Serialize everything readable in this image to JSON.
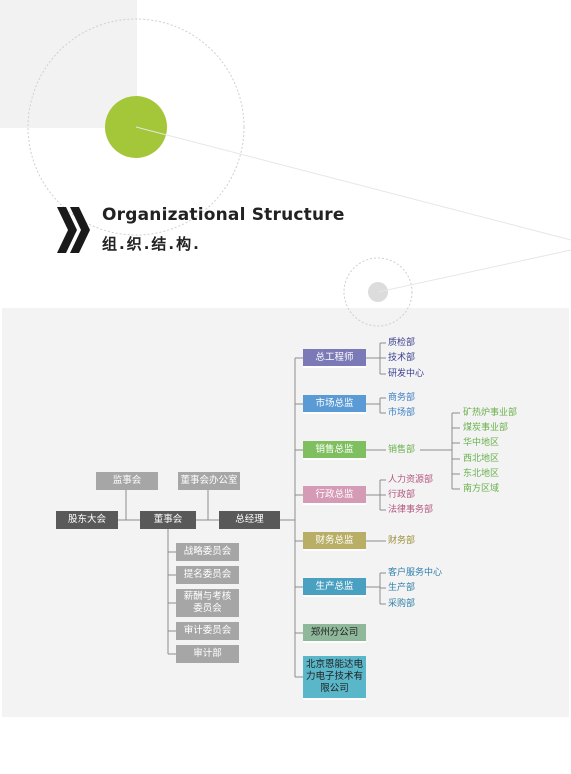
{
  "header": {
    "title_en": "Organizational Structure",
    "title_cn": "组.织.结.构."
  },
  "colors": {
    "accent_green": "#a4c639",
    "purple": "#7b79b6",
    "blue": "#5b9bd5",
    "green": "#7fbf5f",
    "pink": "#c97ea0",
    "olive": "#b0a75c",
    "teal": "#4aa0c0",
    "teal_green": "#7aa38a",
    "cyan": "#5ab7c9"
  },
  "left_chain": {
    "shareholders": "股东大会",
    "board": "董事会",
    "gm": "总经理",
    "supervisors": "监事会",
    "board_office": "董事会办公室"
  },
  "committees": [
    "战略委员会",
    "提名委员会",
    "薪酬与考核委员会",
    "审计委员会",
    "审计部"
  ],
  "departments": [
    {
      "label": "总工程师",
      "color": "#7b79b6",
      "text": "#ffffff",
      "children": [
        "质检部",
        "技术部",
        "研发中心"
      ],
      "child_color": "#3a3f8f"
    },
    {
      "label": "市场总监",
      "color": "#5b9bd5",
      "text": "#ffffff",
      "children": [
        "商务部",
        "市场部"
      ],
      "child_color": "#3b7fc4"
    },
    {
      "label": "销售总监",
      "color": "#7fbf5f",
      "text": "#ffffff",
      "children": [
        "销售部"
      ],
      "child_color": "#6ab04c"
    },
    {
      "label": "行政总监",
      "color": "#d59ab5",
      "text": "#ffffff",
      "children": [
        "人力资源部",
        "行政部",
        "法律事务部"
      ],
      "child_color": "#b3577e"
    },
    {
      "label": "财务总监",
      "color": "#b8ae66",
      "text": "#ffffff",
      "children": [
        "财务部"
      ],
      "child_color": "#9a8f3a"
    },
    {
      "label": "生产总监",
      "color": "#4aa0c0",
      "text": "#ffffff",
      "children": [
        "客户服务中心",
        "生产部",
        "采购部"
      ],
      "child_color": "#2f80a8"
    },
    {
      "label": "郑州分公司",
      "color": "#8fb89b",
      "text": "#222222",
      "children": [],
      "child_color": ""
    },
    {
      "label": "北京恩能达电力电子技术有限公司",
      "color": "#5ab7c9",
      "text": "#222222",
      "children": [],
      "child_color": ""
    }
  ],
  "sales_regions": [
    "矿热炉事业部",
    "煤炭事业部",
    "华中地区",
    "西北地区",
    "东北地区",
    "南方区域"
  ]
}
